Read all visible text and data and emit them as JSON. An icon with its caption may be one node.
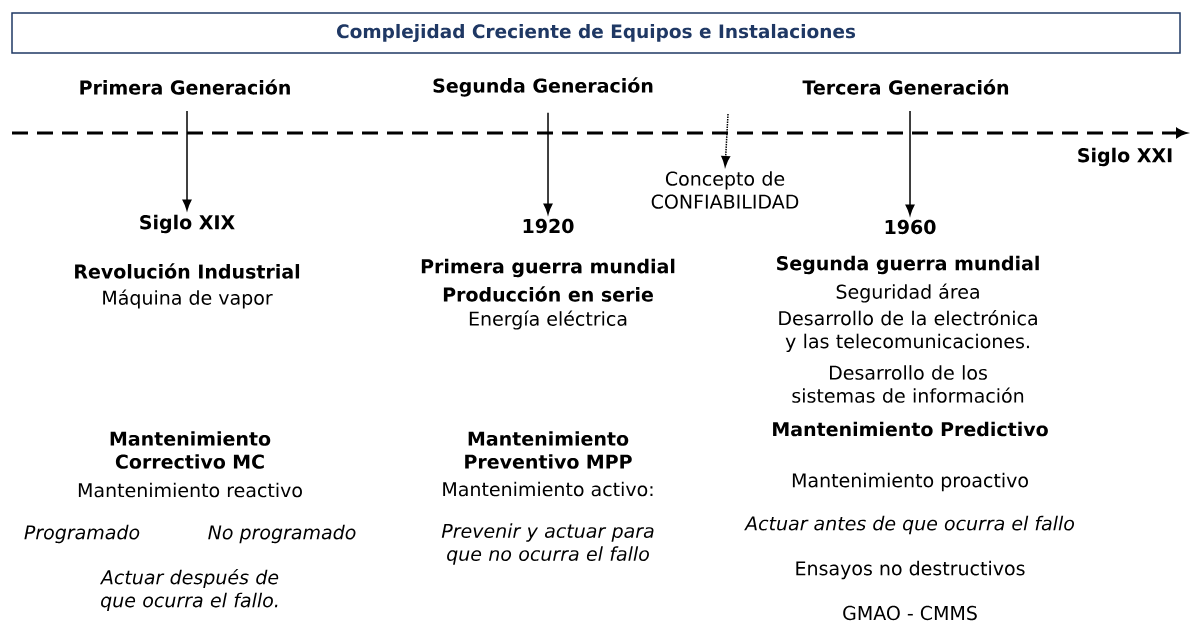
{
  "diagram": {
    "nodes": [
      {
        "text": [
          "Complejidad Creciente de Equipos e Instalaciones"
        ]
      },
      {
        "text": [
          "Primera Generación"
        ]
      },
      {
        "text": [
          "Siglo XIX"
        ]
      },
      {
        "text": [
          "Segunda Generación"
        ]
      },
      {
        "text": [
          "1920"
        ]
      },
      {
        "text": [
          "Tercera Generación"
        ]
      },
      {
        "text": [
          "1960"
        ]
      },
      {
        "text": [
          "Concepto de CONFIABILIDAD"
        ]
      }
    ],
    "edges": [
      {
        "from": 1,
        "to": 2,
        "arrow": "to"
      },
      {
        "from": 3,
        "to": 4,
        "arrow": "to"
      },
      {
        "from": 5,
        "to": 6,
        "arrow": "to"
      },
      {
        "from": null,
        "to": 7,
        "arrow": "to",
        "style": "dashed"
      }
    ],
    "labels": [
      "Siglo XXI",
      "Revolución Industrial",
      "Máquina de vapor",
      "Primera guerra mundial",
      "Producción en serie",
      "Energía eléctrica",
      "Segunda guerra mundial",
      "Seguridad área",
      "Desarrollo de la electrónica y las telecomunicaciones.",
      "Desarrollo de los sistemas de información",
      "Mantenimiento Correctivo MC",
      "Mantenimiento reactivo",
      "Programado",
      "No programado",
      "Actuar después de que ocurra el fallo.",
      "Mantenimiento Preventivo MPP",
      "Mantenimiento activo:",
      "Prevenir y actuar para que no ocurra el fallo",
      "Mantenimiento Predictivo",
      "Mantenimiento proactivo",
      "Actuar antes de que ocurra el fallo",
      "Ensayos no destructivos",
      "GMAO - CMMS"
    ]
  }
}
